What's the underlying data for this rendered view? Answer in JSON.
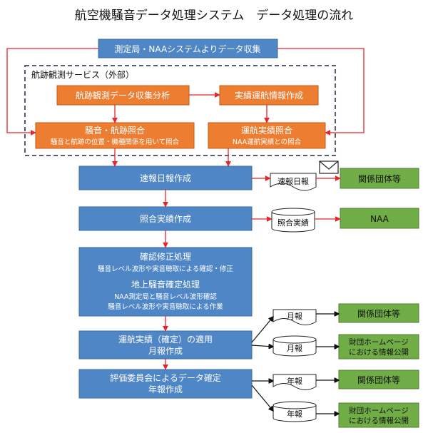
{
  "title": "航空機騒音データ処理システム　データ処理の流れ",
  "nodes": {
    "collect": "測定局・NAAシステムよりデータ収集",
    "service_group": "航跡観測サービス（外部）",
    "analysis": "航跡観測データ収集分析",
    "ops_info": "実績運航情報作成",
    "noise_match_title": "騒音・航跡照合",
    "noise_match_sub": "騒音と航跡の位置・機種関係を用いて照合",
    "ops_match_title": "運航実績照合",
    "ops_match_sub": "NAA運航実績との照合",
    "daily": "速報日報作成",
    "matching": "照合実績作成",
    "confirm_title": "確認修正処理",
    "confirm_sub": "騒音レベル波形や実音聴取による確認・修正",
    "ground_title": "地上騒音確定処理",
    "ground_sub1": "NAA測定局と騒音レベル波形確認",
    "ground_sub2": "騒音レベル波形や実音聴取による作業",
    "monthly_line1": "運航実績（確定）の適用",
    "monthly_line2": "月報作成",
    "annual_line1": "評価委員会によるデータ確定",
    "annual_line2": "年報作成"
  },
  "documents": {
    "daily_doc": "速報日報",
    "match_db": "照合実績",
    "monthly_doc": "月報",
    "monthly_db": "月報",
    "annual_doc": "年報",
    "annual_db": "年報"
  },
  "recipients": {
    "daily_to": "関係団体等",
    "match_to": "NAA",
    "monthly_to": "関係団体等",
    "monthly_web_line1": "財団ホームページ",
    "monthly_web_line2": "における情報公開",
    "annual_to": "関係団体等",
    "annual_web_line1": "財団ホームページ",
    "annual_web_line2": "における情報公開"
  },
  "colors": {
    "blue_fill": "#4f86c6",
    "blue_border": "#3a6aa5",
    "orange_fill": "#ed7d31",
    "orange_border": "#c55a11",
    "green_fill": "#70ad47",
    "green_border": "#507e32",
    "arrow": "#e8242c"
  }
}
